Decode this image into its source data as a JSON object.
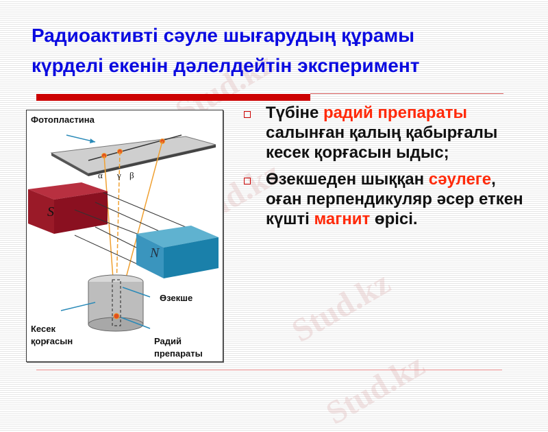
{
  "slide": {
    "title_line1": "Радиоактивті сәуле шығарудың құрамы",
    "title_line2": "күрделі екенін дәлелдейтін эксперимент",
    "colors": {
      "title": "#0a0ae0",
      "accent_red": "#cc0000",
      "highlight": "#ff2a0a",
      "body_text": "#111111"
    }
  },
  "bullets": [
    {
      "parts": {
        "a": "Түбіне ",
        "b": "радий препараты",
        "c": " салынған қалың қабырғалы кесек қорғасын ыдыс;"
      }
    },
    {
      "parts": {
        "a": "Өзекшеден шыққан ",
        "b": "сәулеге",
        "c": ", оған перпендикуляр әсер еткен күшті ",
        "d": "магнит",
        "e": " өрісі."
      }
    }
  ],
  "figure": {
    "labels": {
      "photoplate": "Фотопластина",
      "alpha": "α",
      "gamma": "γ",
      "beta": "β",
      "south": "S",
      "north": "N",
      "core": "Өзекше",
      "lead_line1": "Кесек",
      "lead_line2": "қорғасын",
      "radium_line1": "Радий",
      "radium_line2": "препараты"
    }
  },
  "watermark": {
    "text": "Stud.kz"
  }
}
